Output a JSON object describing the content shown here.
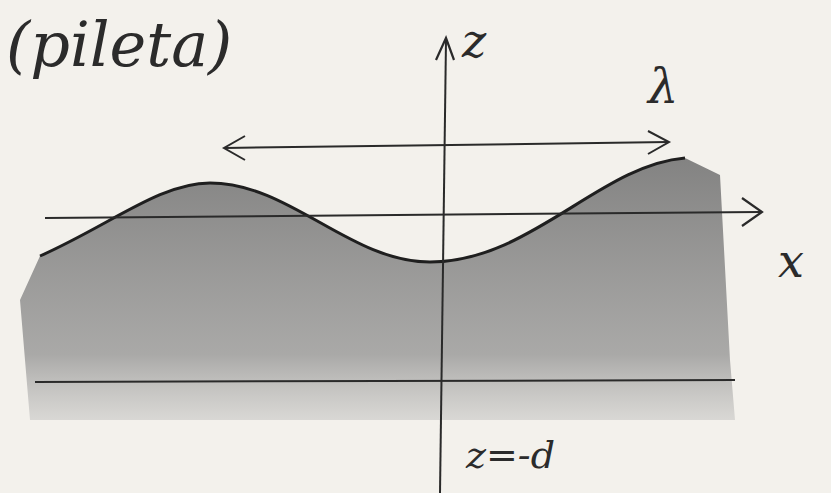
{
  "diagram": {
    "labels": [
      "(pileta)",
      "z",
      "λ",
      "x",
      "z=-d"
    ]
  }
}
